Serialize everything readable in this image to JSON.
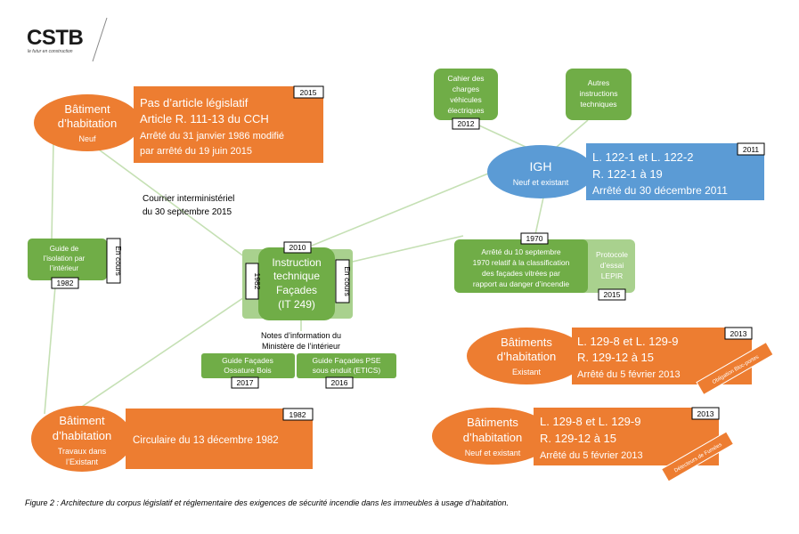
{
  "logo": {
    "name": "CSTB",
    "tagline": "le futur en construction"
  },
  "nodes": {
    "hab_neuf": {
      "line1": "Bâtiment",
      "line2": "d’habitation",
      "line3": "Neuf"
    },
    "hab_neuf_box": {
      "year": "2015",
      "l1": "Pas d’article législatif",
      "l2": "Article R. 111-13 du CCH",
      "l3": "Arrêté du 31 janvier 1986 modifié",
      "l4": "par arrêté du 19 juin 2015"
    },
    "courrier": {
      "l1": "Courrier interministériel",
      "l2": "du 30 septembre 2015"
    },
    "guide_isolation": {
      "l1": "Guide de",
      "l2": "l’isolation par",
      "l3": "l’intérieur",
      "year": "1982",
      "status": "En cours"
    },
    "it249": {
      "year": "2010",
      "side_year": "1982",
      "status": "En cours",
      "l1": "Instruction",
      "l2": "technique",
      "l3": "Façades",
      "l4": "(IT 249)"
    },
    "notes": {
      "l1": "Notes d’information du",
      "l2": "Ministère de l’intérieur"
    },
    "guide_bois": {
      "l1": "Guide Façades",
      "l2": "Ossature Bois",
      "year": "2017"
    },
    "guide_pse": {
      "l1": "Guide Façades PSE",
      "l2": "sous enduit (ETICS)",
      "year": "2016"
    },
    "cahier": {
      "l1": "Cahier des",
      "l2": "charges",
      "l3": "véhicules",
      "l4": "électriques",
      "year": "2012"
    },
    "autres": {
      "l1": "Autres",
      "l2": "instructions",
      "l3": "techniques"
    },
    "igh": {
      "l1": "IGH",
      "l2": "Neuf et existant"
    },
    "igh_box": {
      "year": "2011",
      "l1": "L. 122-1 et L. 122-2",
      "l2": "R. 122-1 à 19",
      "l3": "Arrêté du 30 décembre 2011"
    },
    "arrete1970": {
      "year": "1970",
      "l1": "Arrêté du 10 septembre",
      "l2": "1970 relatif à la classification",
      "l3": "des façades vitrées par",
      "l4": "rapport au danger d’incendie"
    },
    "lepir": {
      "l1": "Protocole",
      "l2": "d’essai",
      "l3": "LEPIR",
      "year": "2015"
    },
    "hab_existant": {
      "l1": "Bâtiments",
      "l2": "d’habitation",
      "l3": "Existant"
    },
    "hab_existant_box": {
      "year": "2013",
      "l1": "L. 129-8 et L. 129-9",
      "l2": "R. 129-12 à 15",
      "l3": "Arrêté du 5 février 2013",
      "tag": "Obligation Bloc-portes"
    },
    "hab_ne": {
      "l1": "Bâtiments",
      "l2": "d’habitation",
      "l3": "Neuf et existant"
    },
    "hab_ne_box": {
      "year": "2013",
      "l1": "L. 129-8 et L. 129-9",
      "l2": "R. 129-12 à 15",
      "l3": "Arrêté du 5 février 2013",
      "tag": "Détecteurs de Fumées"
    },
    "hab_travaux": {
      "l1": "Bâtiment",
      "l2": "d’habitation",
      "l3": "Travaux dans",
      "l4": "l’Existant"
    },
    "hab_travaux_box": {
      "year": "1982",
      "l1": "Circulaire du 13 décembre 1982"
    }
  },
  "caption": "Figure 2 : Architecture du corpus législatif et réglementaire des exigences de sécurité incendie dans les immeubles à usage d’habitation."
}
